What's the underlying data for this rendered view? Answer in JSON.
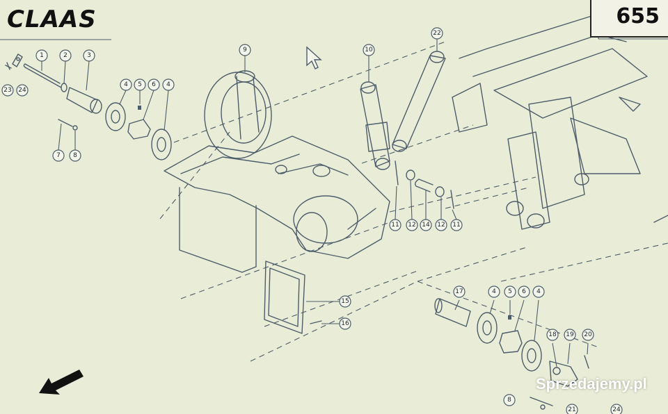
{
  "header": {
    "brand": "CLAAS",
    "page_number": "655"
  },
  "callouts": [
    "1",
    "2",
    "3",
    "4",
    "5",
    "6",
    "4",
    "7",
    "8",
    "23",
    "24",
    "9",
    "10",
    "22",
    "11",
    "12",
    "14",
    "12",
    "11",
    "15",
    "16",
    "17",
    "4",
    "5",
    "6",
    "4",
    "18",
    "19",
    "20",
    "8",
    "21",
    "24"
  ],
  "watermark": "Sprzedajemy.pl",
  "colors": {
    "background": "#e9ecd6",
    "line": "#4d5c6a",
    "text": "#111111",
    "watermark_badge": "#d8232a"
  }
}
